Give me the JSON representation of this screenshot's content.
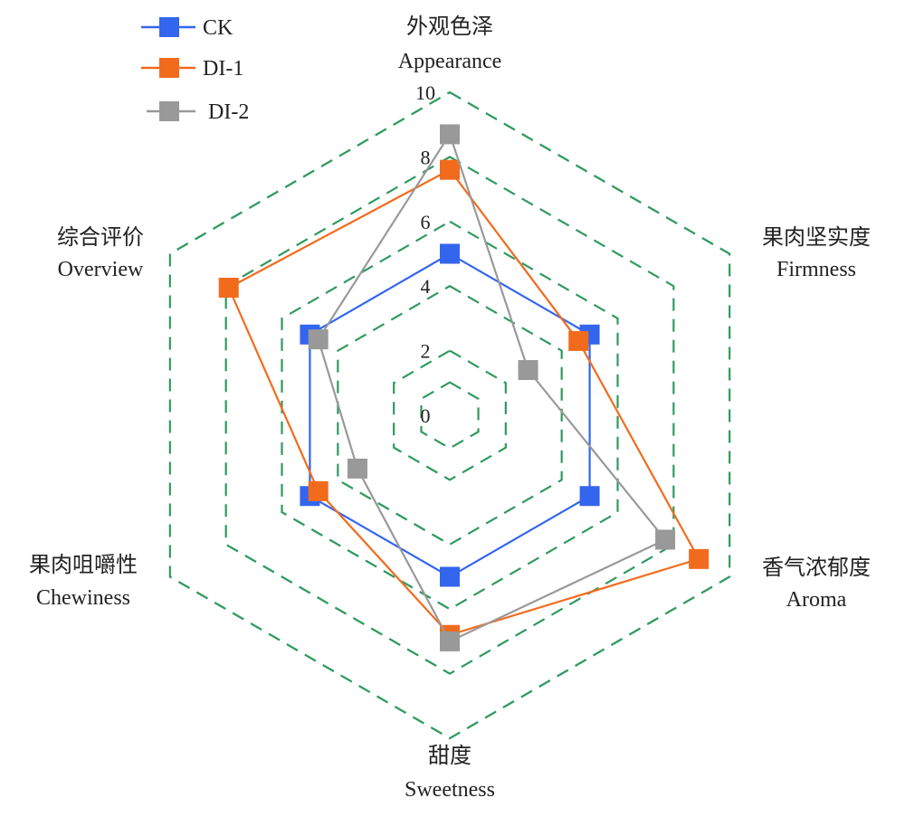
{
  "chart_data": {
    "type": "radar",
    "axes": [
      {
        "cn": "外观色泽",
        "en": "Appearance"
      },
      {
        "cn": "果肉坚实度",
        "en": "Firmness"
      },
      {
        "cn": "香气浓郁度",
        "en": "Aroma"
      },
      {
        "cn": "甜度",
        "en": "Sweetness"
      },
      {
        "cn": "果肉咀嚼性",
        "en": "Chewiness"
      },
      {
        "cn": "综合评价",
        "en": "Overview"
      }
    ],
    "range": [
      0,
      10
    ],
    "ticks": [
      "0",
      "2",
      "4",
      "6",
      "8",
      "10"
    ],
    "tick_values": [
      0,
      2,
      4,
      6,
      8,
      10
    ],
    "grid": "dashed hexagon",
    "legend_position": "top-left",
    "series": [
      {
        "name": "CK",
        "color": "#3366ee",
        "values": [
          5.0,
          5.0,
          5.0,
          5.0,
          5.0,
          5.0
        ]
      },
      {
        "name": "DI-1",
        "color": "#f26b1d",
        "values": [
          7.6,
          4.6,
          8.9,
          6.8,
          4.7,
          7.9
        ]
      },
      {
        "name": "DI-2",
        "color": "#999999",
        "values": [
          8.7,
          2.8,
          7.7,
          7.0,
          3.3,
          4.7
        ]
      }
    ],
    "grid_color": "#2e9a5f"
  }
}
